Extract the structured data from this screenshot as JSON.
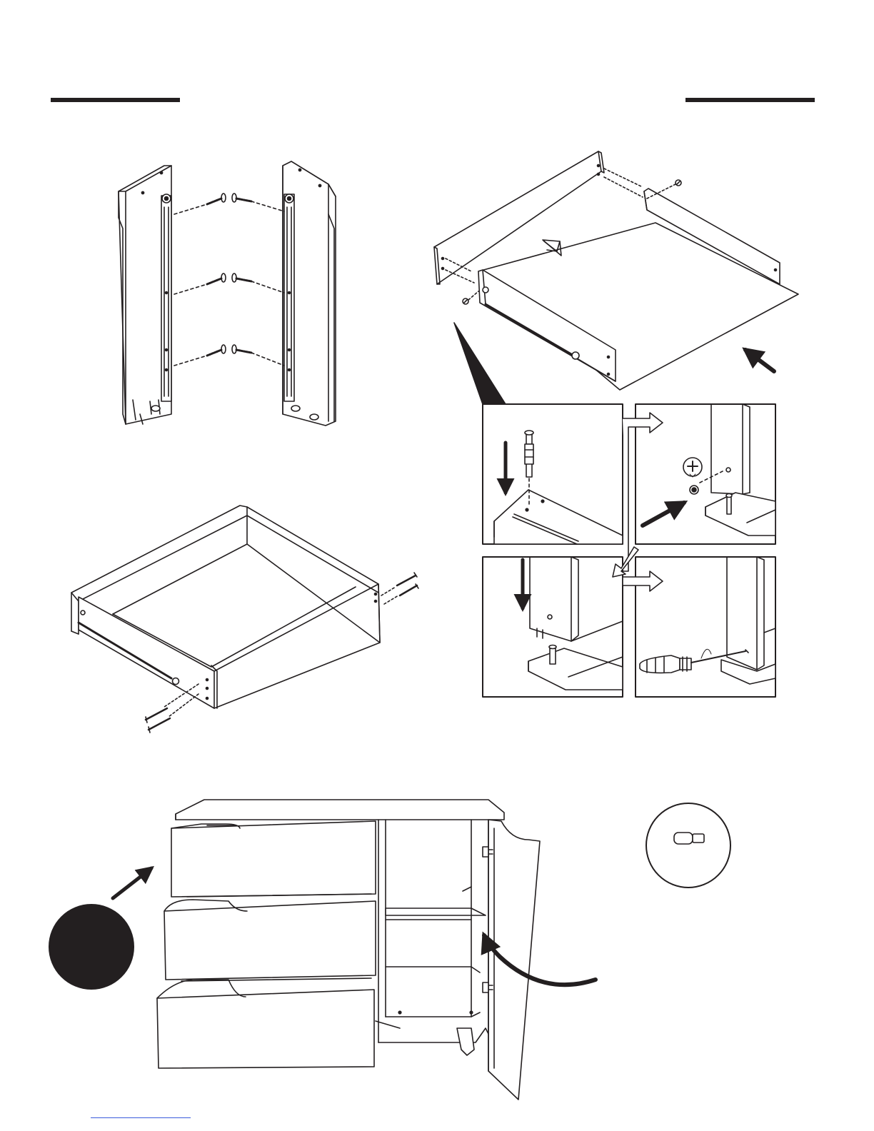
{
  "colors": {
    "ink": "#231f20",
    "paper": "#ffffff",
    "link": "#3b5bdb"
  },
  "steps": [
    {
      "id": "rails-to-side-panels",
      "icon": "drawer-slide-icon"
    },
    {
      "id": "drawer-box-assembly",
      "icon": "cam-lock-icon"
    },
    {
      "id": "drawer-nailing",
      "icon": "nail-icon"
    },
    {
      "id": "insert-drawers-and-door",
      "icon": "cabinet-icon"
    }
  ],
  "callout_icon": "shelf-pin-icon"
}
